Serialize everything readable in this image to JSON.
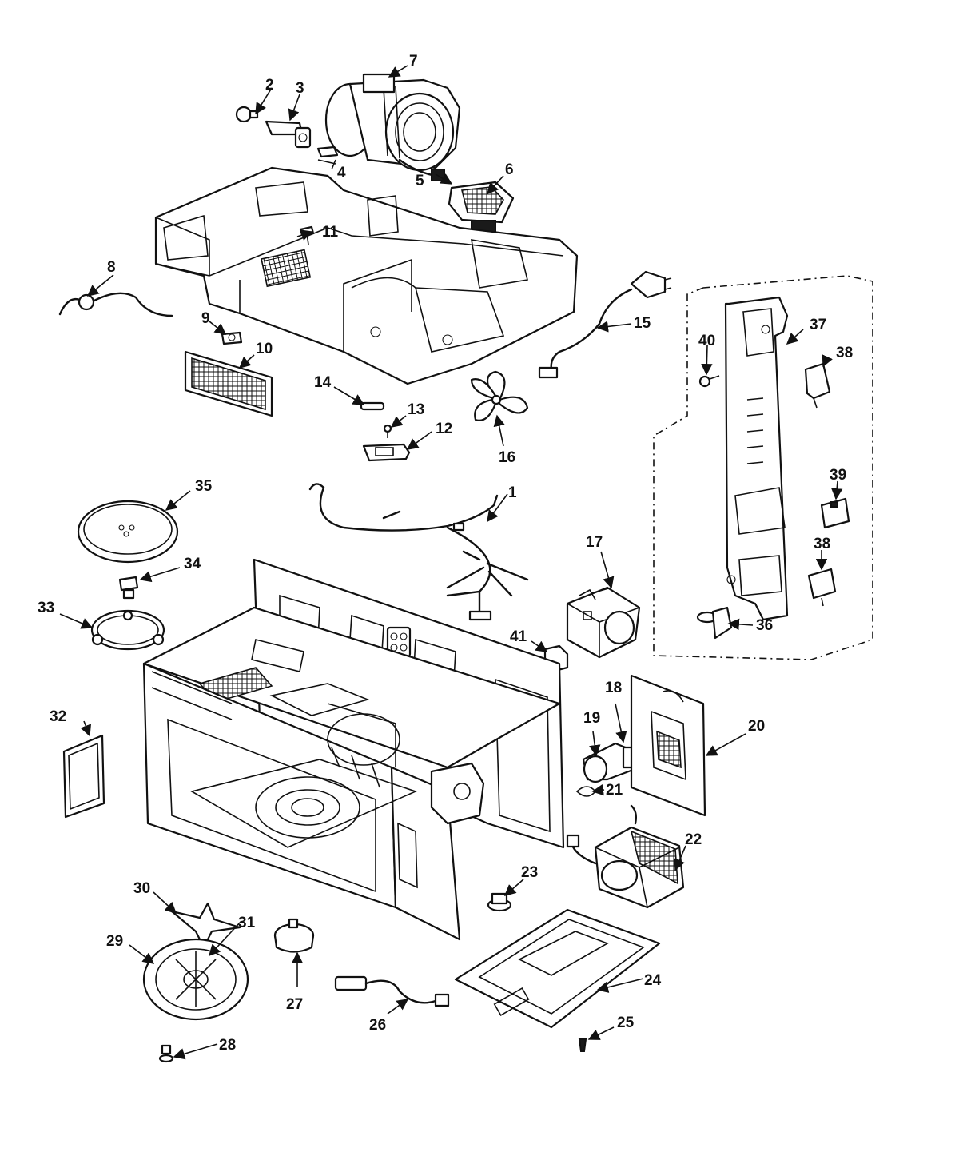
{
  "diagram": {
    "callouts": [
      "1",
      "2",
      "3",
      "4",
      "5",
      "6",
      "7",
      "8",
      "9",
      "10",
      "11",
      "12",
      "13",
      "14",
      "15",
      "16",
      "17",
      "18",
      "19",
      "20",
      "21",
      "22",
      "23",
      "24",
      "25",
      "26",
      "27",
      "28",
      "29",
      "30",
      "31",
      "32",
      "33",
      "34",
      "35",
      "36",
      "37",
      "38",
      "38",
      "39",
      "40",
      "41"
    ]
  }
}
